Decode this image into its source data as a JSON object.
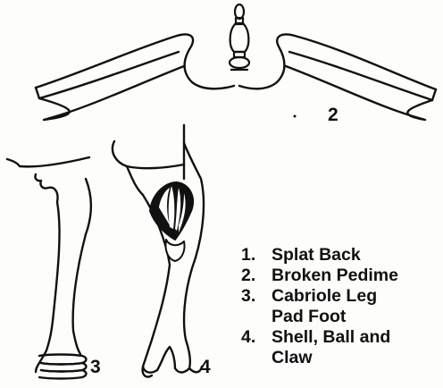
{
  "figure": {
    "callouts": {
      "pediment": "2",
      "leg_pad": "3",
      "leg_claw": "4"
    },
    "legend": [
      {
        "num": "1.",
        "text": "Splat Back"
      },
      {
        "num": "2.",
        "text": "Broken Pedime"
      },
      {
        "num": "3.",
        "text": "Cabriole Leg"
      },
      {
        "num": "",
        "text": "Pad Foot"
      },
      {
        "num": "4.",
        "text": "Shell, Ball and"
      },
      {
        "num": "",
        "text": "Claw"
      }
    ],
    "ink_color": "#111111"
  }
}
